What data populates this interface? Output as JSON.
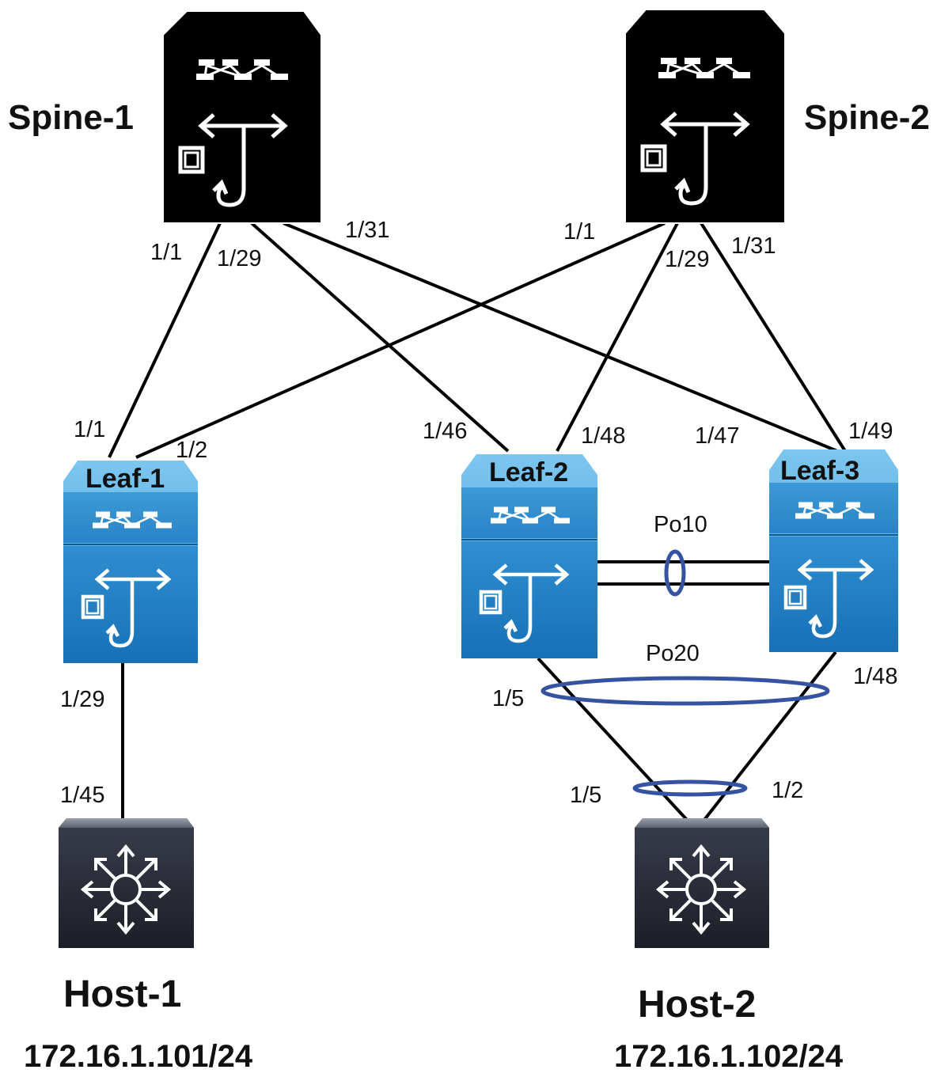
{
  "devices": {
    "spine1": {
      "name": "Spine-1"
    },
    "spine2": {
      "name": "Spine-2"
    },
    "leaf1": {
      "name": "Leaf-1"
    },
    "leaf2": {
      "name": "Leaf-2"
    },
    "leaf3": {
      "name": "Leaf-3"
    },
    "host1": {
      "name": "Host-1",
      "ip": "172.16.1.101/24"
    },
    "host2": {
      "name": "Host-2",
      "ip": "172.16.1.102/24"
    }
  },
  "ports": {
    "spine1_leaf1": "1/1",
    "spine1_leaf2": "1/29",
    "spine1_leaf3": "1/31",
    "spine2_leaf1": "1/1",
    "spine2_leaf2": "1/29",
    "spine2_leaf3": "1/31",
    "leaf1_spine1": "1/1",
    "leaf1_spine2": "1/2",
    "leaf2_spine1": "1/46",
    "leaf2_spine2": "1/48",
    "leaf3_spine1": "1/47",
    "leaf3_spine2": "1/49",
    "leaf1_host1": "1/29",
    "host1_leaf1": "1/45",
    "leaf2_host2": "1/5",
    "leaf3_host2": "1/48",
    "host2_leaf2": "1/5",
    "host2_leaf3": "1/2"
  },
  "port_channels": {
    "po10": "Po10",
    "po20": "Po20"
  },
  "colors": {
    "leaf_top": "#5fb4e6",
    "leaf_body": "#1f7fc2",
    "spine": "#000000",
    "host": "#2a2d3a",
    "ring": "#3553a0"
  }
}
